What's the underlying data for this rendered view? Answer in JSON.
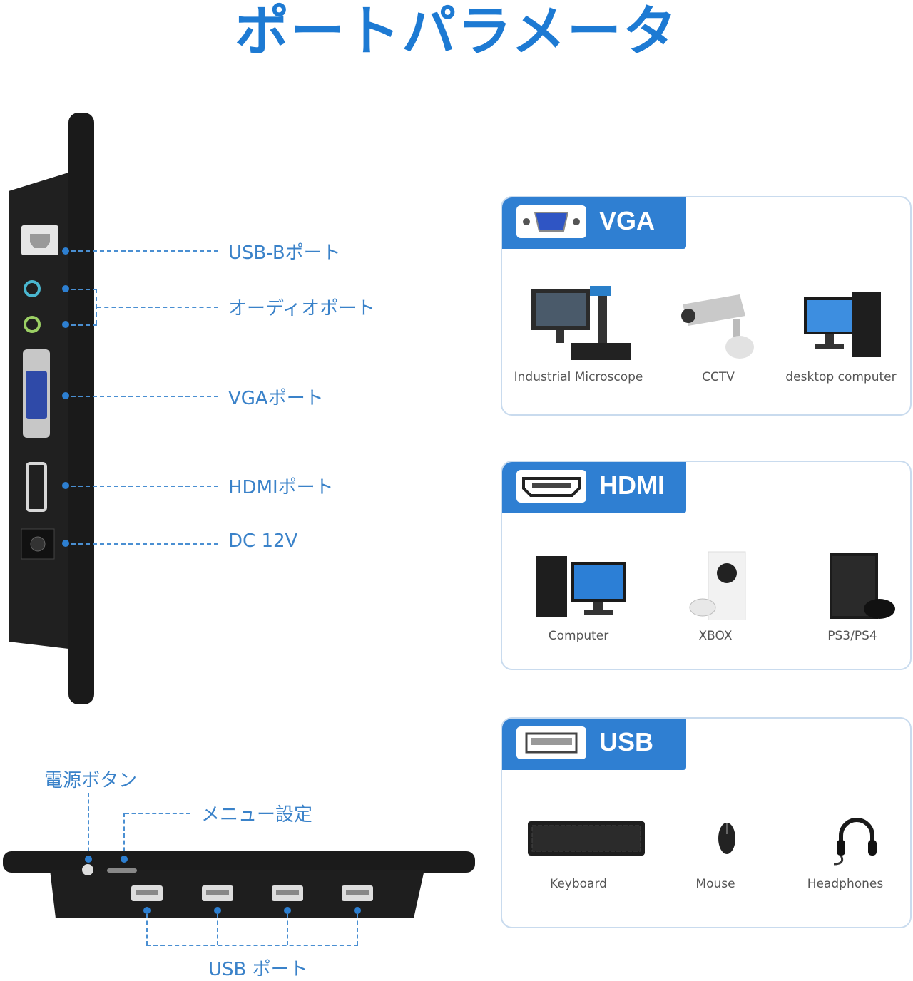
{
  "title": "ポートパラメータ",
  "side_ports": [
    {
      "label": "USB-Bポート"
    },
    {
      "label": "オーディオポート"
    },
    {
      "label": "VGAポート"
    },
    {
      "label": "HDMIポート"
    },
    {
      "label": "DC 12V"
    }
  ],
  "bottom": {
    "power_label": "電源ボタン",
    "menu_label": "メニュー設定",
    "usb_label": "USB ポート"
  },
  "cards": [
    {
      "name": "VGA",
      "icon": "vga-connector-icon",
      "devices": [
        {
          "label": "Industrial Microscope",
          "icon": "microscope-icon"
        },
        {
          "label": "CCTV",
          "icon": "cctv-camera-icon"
        },
        {
          "label": "desktop computer",
          "icon": "desktop-computer-icon"
        }
      ]
    },
    {
      "name": "HDMI",
      "icon": "hdmi-connector-icon",
      "devices": [
        {
          "label": "Computer",
          "icon": "computer-icon"
        },
        {
          "label": "XBOX",
          "icon": "xbox-icon"
        },
        {
          "label": "PS3/PS4",
          "icon": "playstation-icon"
        }
      ]
    },
    {
      "name": "USB",
      "icon": "usb-connector-icon",
      "devices": [
        {
          "label": "Keyboard",
          "icon": "keyboard-icon"
        },
        {
          "label": "Mouse",
          "icon": "mouse-icon"
        },
        {
          "label": "Headphones",
          "icon": "headphones-icon"
        }
      ]
    }
  ],
  "colors": {
    "accent": "#2f7fd2",
    "title": "#1d7ad3",
    "device_dark": "#1e1e1e"
  }
}
